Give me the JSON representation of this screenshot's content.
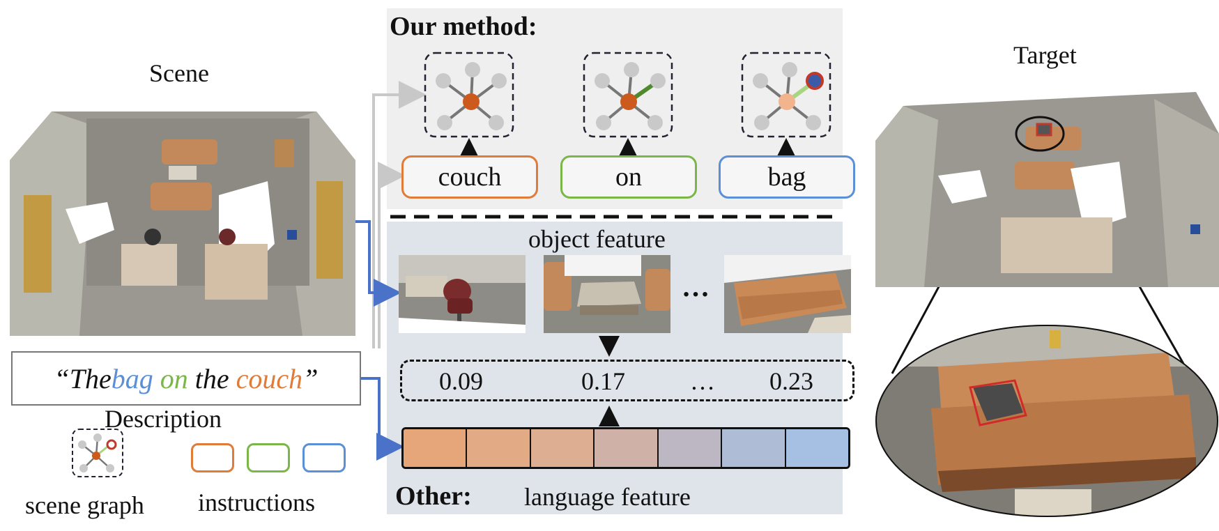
{
  "scene_label": "Scene",
  "target_label": "Target",
  "method_title": "Our method:",
  "other_title": "Other:",
  "object_feature_label": "object feature",
  "language_feature_label": "language feature",
  "ellipsis": "…",
  "words": [
    {
      "text": "couch",
      "color": "#e07b3a"
    },
    {
      "text": "on",
      "color": "#7ab648"
    },
    {
      "text": "bag",
      "color": "#5b8fd6"
    }
  ],
  "description": {
    "open_quote": "“",
    "the1": "The ",
    "bag": "bag",
    "on": "on",
    "the2": "the",
    "couch": "couch",
    "close_quote": "”",
    "caption": "Description"
  },
  "legend": {
    "scene_graph": "scene graph",
    "instructions": "instructions"
  },
  "scores": [
    "0.09",
    "0.17",
    "…",
    "0.23"
  ],
  "colors": {
    "orange": "#e07b3a",
    "green": "#7ab648",
    "blue": "#5b8fd6",
    "arrow_blue": "#4a72c8",
    "node_gray": "#c9c9c9",
    "center_node": "#cc5a1c",
    "bag_node": "#c0392b"
  },
  "language_cells": [
    "#e7a57a",
    "#e3aa86",
    "#ddae91",
    "#cfb1a8",
    "#bdb7c4",
    "#aebcd6",
    "#a5c0e3"
  ]
}
